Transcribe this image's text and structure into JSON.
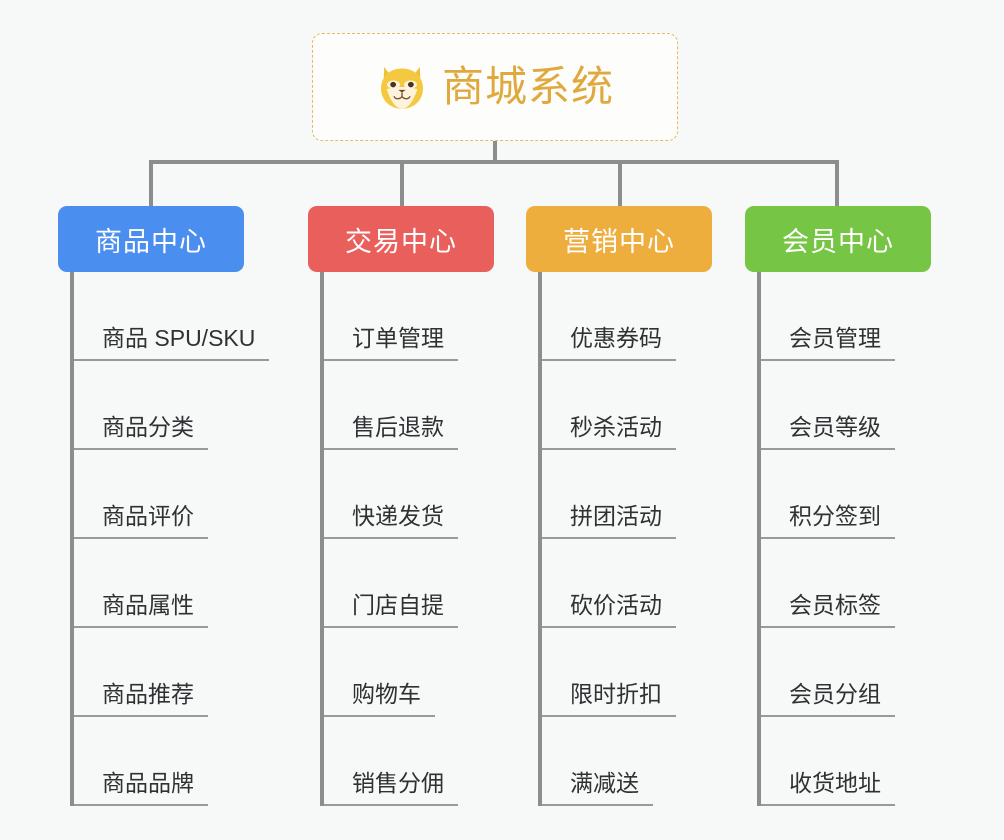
{
  "diagram": {
    "type": "mindmap",
    "background_color": "#f7f8f8",
    "root": {
      "title": "商城系统",
      "icon": "shiba-dog-face-icon",
      "title_color": "#e0a93e",
      "border_color": "#e9b962",
      "border_style": "dashed"
    },
    "connector_color": "#8d8d8d",
    "branches": [
      {
        "label": "商品中心",
        "color": "#4a8ef0",
        "items": [
          "商品 SPU/SKU",
          "商品分类",
          "商品评价",
          "商品属性",
          "商品推荐",
          "商品品牌"
        ]
      },
      {
        "label": "交易中心",
        "color": "#e95f5c",
        "items": [
          "订单管理",
          "售后退款",
          "快递发货",
          "门店自提",
          "购物车",
          "销售分佣"
        ]
      },
      {
        "label": "营销中心",
        "color": "#eeae3e",
        "items": [
          "优惠券码",
          "秒杀活动",
          "拼团活动",
          "砍价活动",
          "限时折扣",
          "满减送"
        ]
      },
      {
        "label": "会员中心",
        "color": "#77c544",
        "items": [
          "会员管理",
          "会员等级",
          "积分签到",
          "会员标签",
          "会员分组",
          "收货地址"
        ]
      }
    ]
  }
}
